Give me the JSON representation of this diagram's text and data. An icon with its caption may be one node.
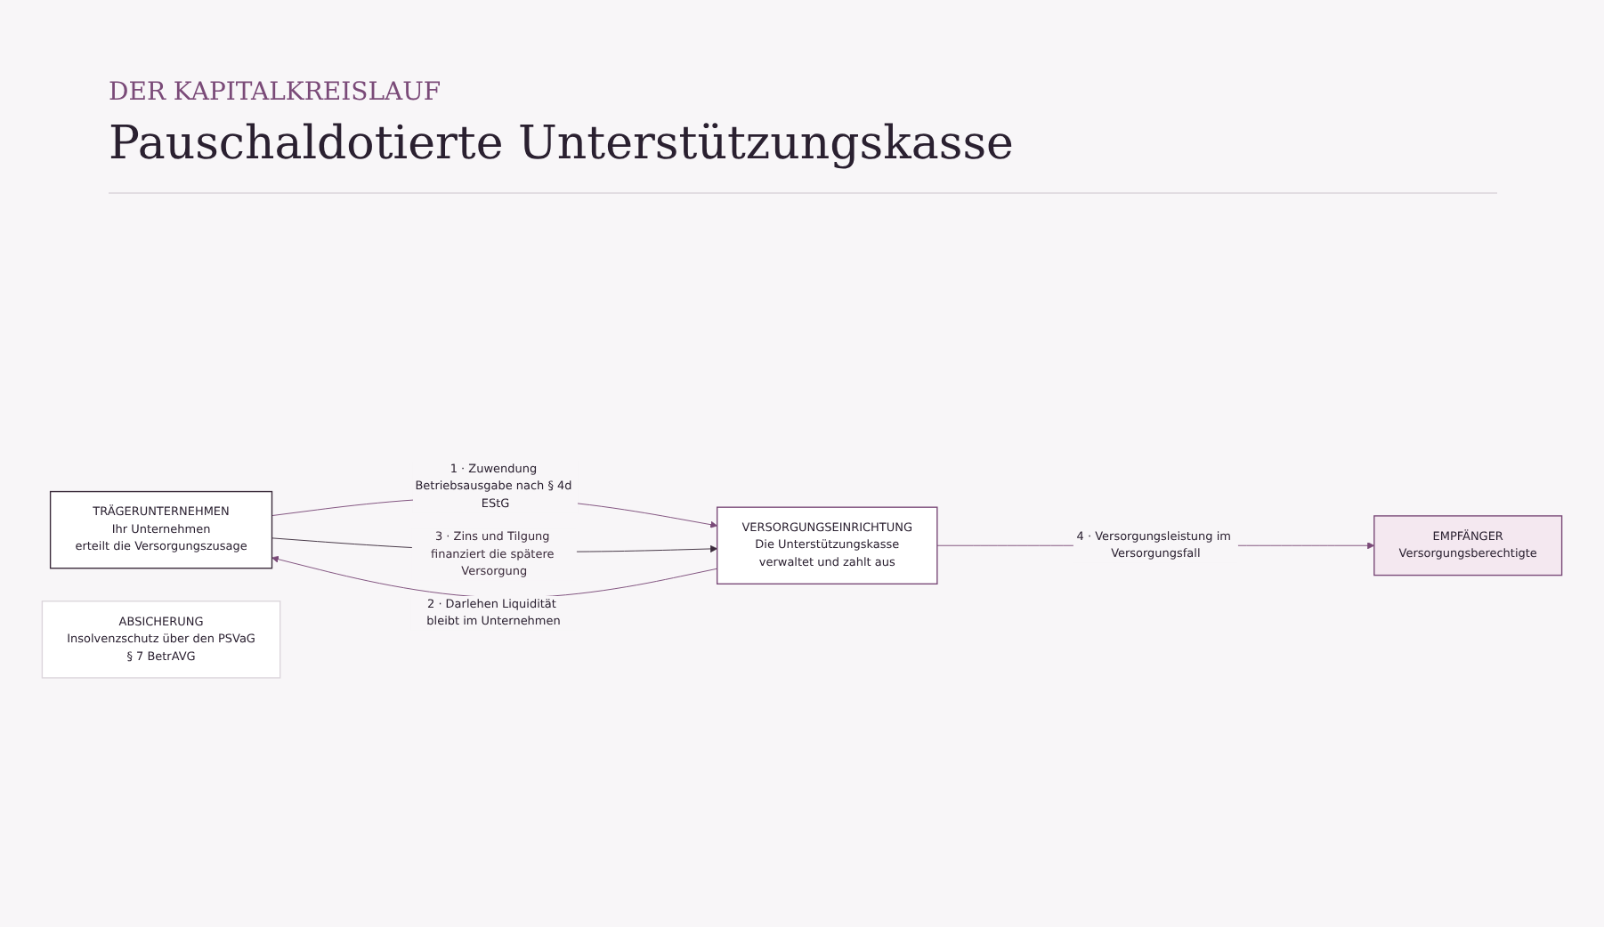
{
  "diagram": {
    "title": "Pauschaldotierte Unterstützungskasse",
    "nodes": [
      {
        "text": [
          "TRÄGERUNTERNEHMEN",
          "Ihr Unternehmen",
          "erteilt die Versorgungszusage"
        ]
      },
      {
        "text": [
          "VERSORGUNGSEINRICHTUNG",
          "Die Unterstützungskasse",
          "verwaltet und zahlt aus"
        ]
      },
      {
        "text": [
          "ABSICHERUNG",
          "Insolvenzschutz über den PSVaG",
          "§ 7 BetrAVG"
        ]
      },
      {
        "text": [
          "EMPFÄNGER",
          "Versorgungsberechtigte"
        ]
      }
    ],
    "edges": [
      {
        "from": 0,
        "to": 1,
        "arrow": "to",
        "label": "1 · Zuwendung Betriebsausgabe nach § 4d EStG"
      },
      {
        "from": 1,
        "to": 0,
        "arrow": "to",
        "label": "2 · Darlehen Liquidität bleibt im Unternehmen"
      },
      {
        "from": 0,
        "to": 1,
        "arrow": "to",
        "label": "3 · Zins und Tilgung finanziert die spätere Versorgung",
        "color": "#3b2b3b"
      },
      {
        "from": 1,
        "to": 3,
        "arrow": "to",
        "label": "4 · Versorgungsleistung im Versorgungsfall"
      }
    ],
    "labels": [
      "DER KAPITALKREISLAUF"
    ]
  }
}
